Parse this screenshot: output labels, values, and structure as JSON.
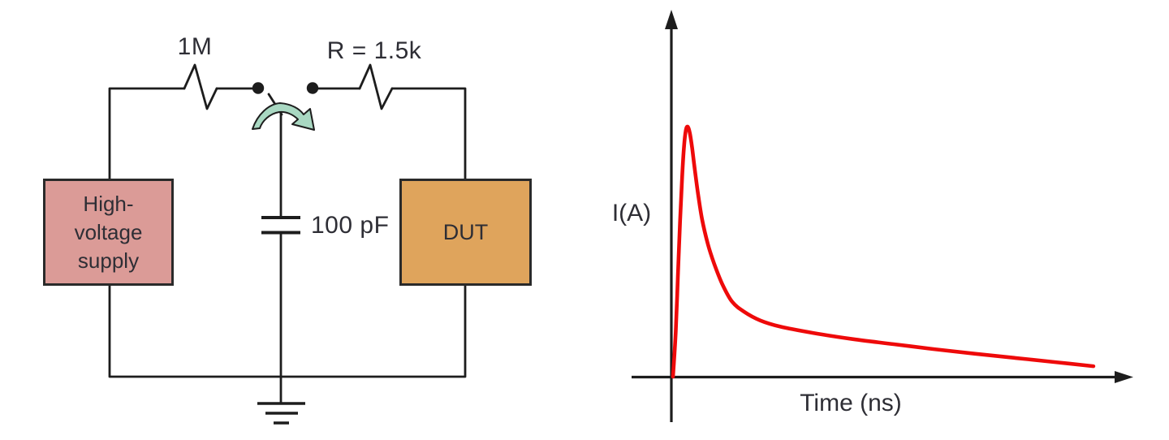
{
  "figure": {
    "circuit": {
      "resistor1": {
        "label": "1M"
      },
      "resistor2": {
        "label": "R = 1.5k"
      },
      "capacitor": {
        "label": "100 pF"
      },
      "supply_box": {
        "line1": "High-",
        "line2": "voltage",
        "line3": "supply"
      },
      "dut_box": {
        "label": "DUT"
      }
    },
    "graph": {
      "y_label": "I(A)",
      "x_label": "Time (ns)"
    }
  },
  "colors": {
    "supply_box_fill": "#db9b97",
    "dut_box_fill": "#dfa45c",
    "switch_arrow_fill": "#a9d8c2",
    "curve_red": "#ee0a0a",
    "line": "#1d1d1d",
    "text": "#2e2e35",
    "box_border": "#2a2a2a"
  },
  "chart_data": {
    "type": "line",
    "title": "",
    "xlabel": "Time (ns)",
    "ylabel": "I(A)",
    "x": [
      0,
      0.9,
      1.6,
      2.3,
      3.0,
      3.6,
      4.2,
      4.8,
      5.5,
      6.3,
      7.2,
      8.2,
      9.5,
      11.4,
      13.5,
      16.1,
      19.3,
      23.2,
      28.5,
      35.1,
      45.7,
      58.9,
      72.1,
      85.3,
      98.5,
      111.7,
      124.9,
      137.3
    ],
    "y": [
      0,
      0.18,
      0.4,
      0.62,
      0.8,
      0.92,
      0.985,
      1.0,
      0.975,
      0.91,
      0.82,
      0.73,
      0.63,
      0.53,
      0.45,
      0.37,
      0.3,
      0.26,
      0.225,
      0.2,
      0.175,
      0.15,
      0.13,
      0.11,
      0.092,
      0.075,
      0.058,
      0.042
    ],
    "xlim": [
      0,
      150
    ],
    "ylim": [
      0,
      1.15
    ],
    "grid": false,
    "legend": false,
    "tick_labels": "none",
    "peak": {
      "x": 4.8,
      "y": 1.0
    }
  }
}
